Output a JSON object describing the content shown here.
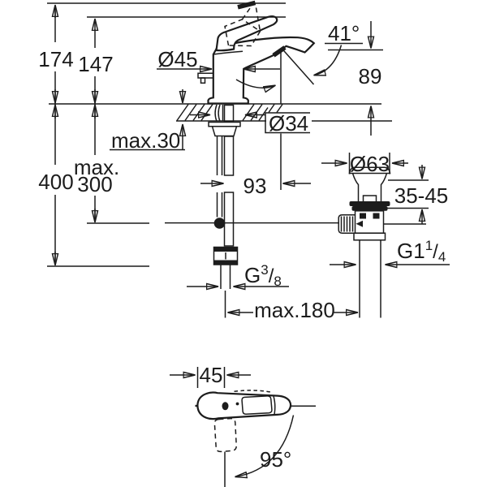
{
  "meta": {
    "title": "Basin mixer technical dimension drawing",
    "background_color": "#ffffff",
    "line_color": "#1c1c1c"
  },
  "front_view": {
    "labels": {
      "overall_height": "174",
      "lever_height": "147",
      "body_diameter": "Ø45",
      "spout_angle": "41°",
      "outlet_height": "89",
      "deck_thickness": "max.30",
      "hole_diameter": "Ø34",
      "rod_length_line1": "max.",
      "rod_length_line2": "300",
      "hose_length": "400",
      "spout_projection": "93",
      "waste_flange_diameter": "Ø63",
      "basin_thickness_range": "35-45",
      "waste_thread_parts": [
        "G1",
        "1",
        "/",
        "4"
      ],
      "supply_thread_parts": [
        "G",
        "3",
        "/",
        "8"
      ],
      "max_rod_offset": "max.180"
    }
  },
  "top_view": {
    "labels": {
      "body_width": "45",
      "handle_swivel_angle": "95°"
    }
  }
}
